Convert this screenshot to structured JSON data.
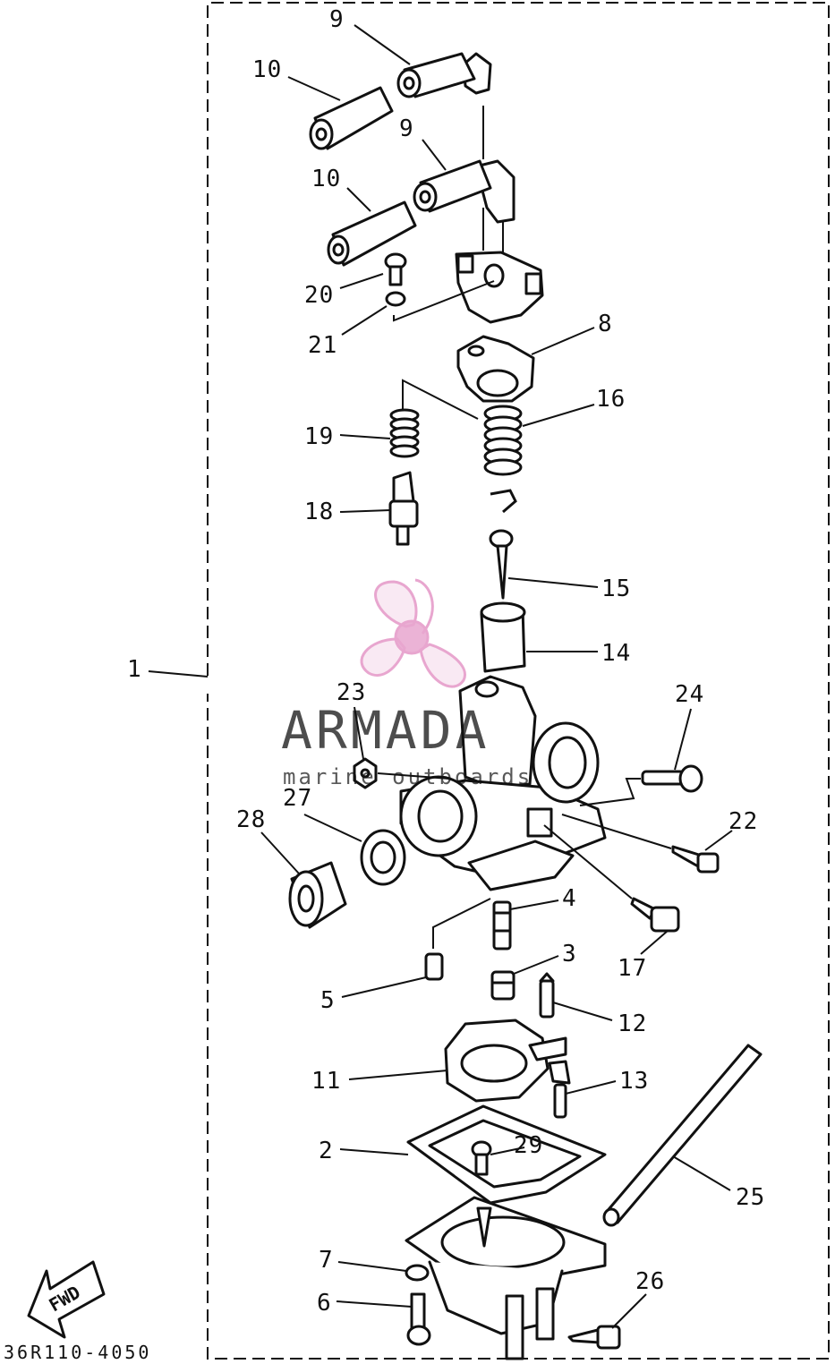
{
  "diagram": {
    "reference_code": "36R110-4050",
    "fwd_label": "FWD",
    "colors": {
      "line": "#111111",
      "background": "#ffffff",
      "watermark_pink": "#e8a6cf",
      "watermark_gray": "#8c8c8c"
    },
    "callouts": {
      "c1": "1",
      "c2": "2",
      "c3": "3",
      "c4": "4",
      "c5": "5",
      "c6": "6",
      "c7": "7",
      "c8": "8",
      "c9a": "9",
      "c9b": "9",
      "c10a": "10",
      "c10b": "10",
      "c11": "11",
      "c12": "12",
      "c13": "13",
      "c14": "14",
      "c15": "15",
      "c16": "16",
      "c17": "17",
      "c18": "18",
      "c19": "19",
      "c20": "20",
      "c21": "21",
      "c22": "22",
      "c23": "23",
      "c24": "24",
      "c25": "25",
      "c26": "26",
      "c27": "27",
      "c28": "28",
      "c29": "29"
    }
  },
  "watermark": {
    "brand": "ARMADA",
    "tagline": "marine outboards",
    "icon": "propeller-icon"
  }
}
